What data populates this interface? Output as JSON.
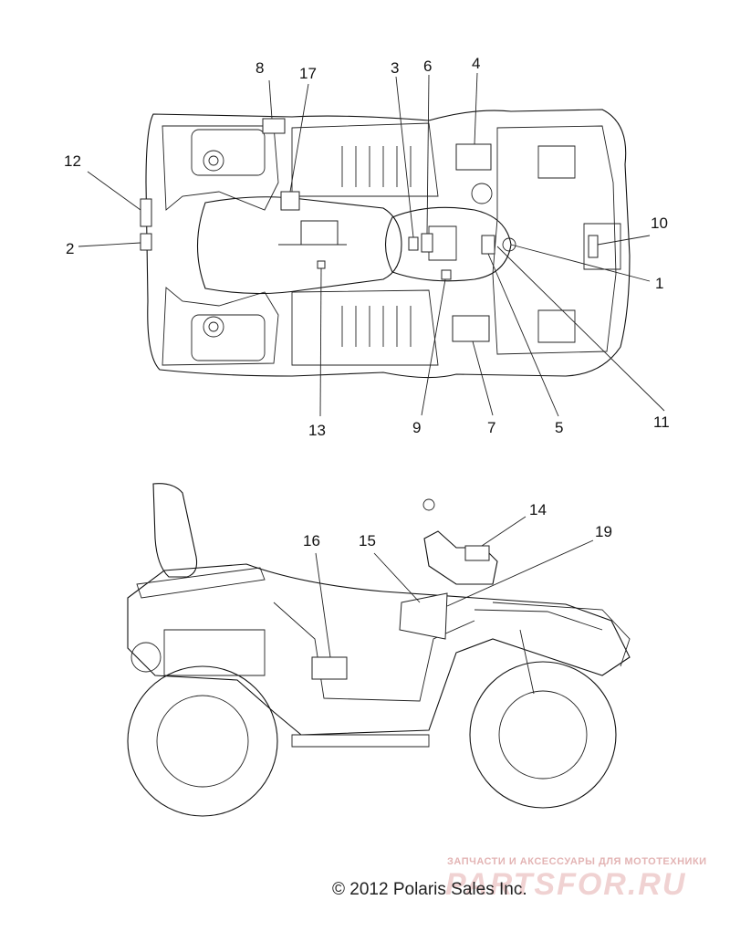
{
  "callouts": {
    "c1": "1",
    "c2": "2",
    "c3": "3",
    "c4": "4",
    "c5": "5",
    "c6": "6",
    "c7": "7",
    "c8": "8",
    "c9": "9",
    "c10": "10",
    "c11": "11",
    "c12": "12",
    "c13": "13",
    "c14": "14",
    "c15": "15",
    "c16": "16",
    "c17": "17",
    "c19": "19"
  },
  "copyright": "© 2012 Polaris Sales Inc.",
  "watermark": {
    "tagline": "ЗАПЧАСТИ И АКСЕССУАРЫ ДЛЯ МОТОТЕХНИКИ",
    "logo": "PARTSFOR.RU"
  }
}
